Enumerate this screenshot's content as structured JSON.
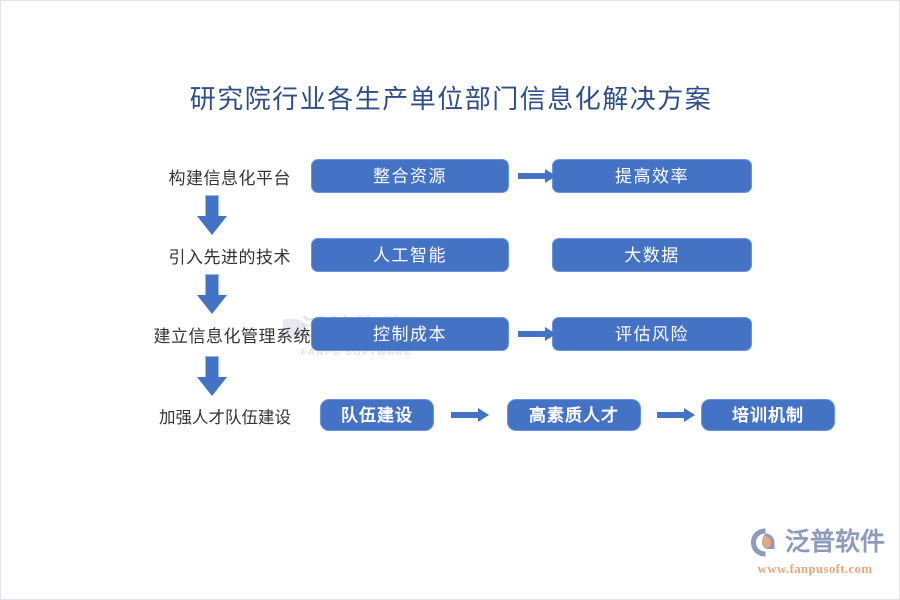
{
  "title": "研究院行业各生产单位部门信息化解决方案",
  "colors": {
    "box_fill": "#4472C4",
    "box_border": "#6B93DD",
    "title_text": "#2D4E86",
    "label_text": "#333333",
    "box_text": "#FFFFFF",
    "logo_text": "#8E9BBD",
    "logo_url": "#E8A87C",
    "background": "#FFFFFF"
  },
  "rows": [
    {
      "label": "构建信息化平台",
      "boxes": [
        {
          "text": "整合资源"
        },
        {
          "text": "提高效率"
        }
      ],
      "arrows_between": [
        true
      ]
    },
    {
      "label": "引入先进的技术",
      "boxes": [
        {
          "text": "人工智能"
        },
        {
          "text": "大数据"
        }
      ],
      "arrows_between": [
        false
      ]
    },
    {
      "label": "建立信息化管理系统",
      "boxes": [
        {
          "text": "控制成本"
        },
        {
          "text": "评估风险"
        }
      ],
      "arrows_between": [
        true
      ]
    },
    {
      "label": "加强人才队伍建设",
      "boxes": [
        {
          "text": "队伍建设"
        },
        {
          "text": "高素质人才"
        },
        {
          "text": "培训机制"
        }
      ],
      "arrows_between": [
        true,
        true
      ]
    }
  ],
  "flow_arrows": {
    "direction": "down",
    "count": 3
  },
  "watermark": {
    "cn": "泛普软件",
    "en": "FANPU SOFTWARE"
  },
  "logo": {
    "name": "泛普软件",
    "url": "www.fanpusoft.com"
  }
}
